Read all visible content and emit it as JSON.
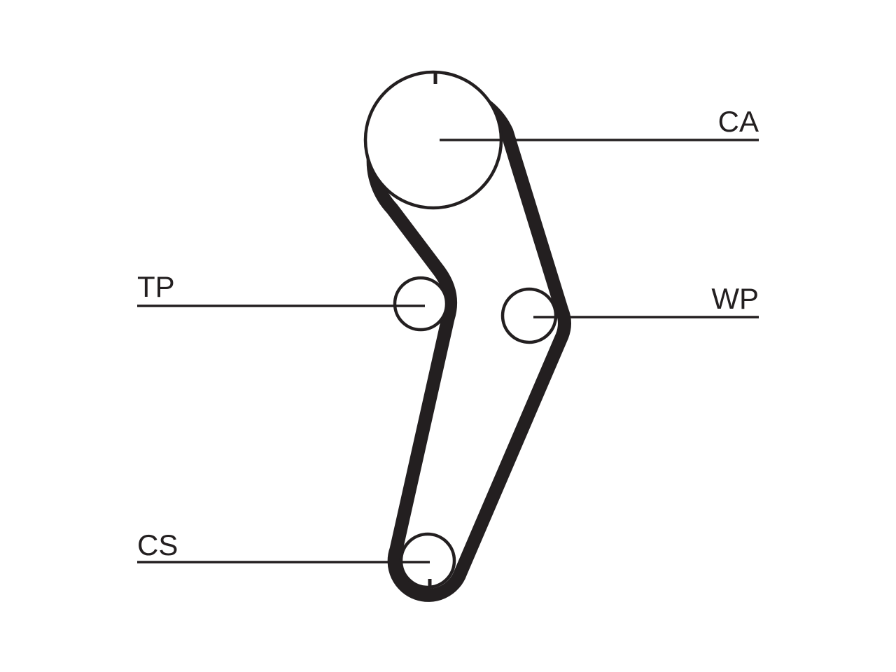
{
  "labels": {
    "camshaft": "CA",
    "tensioner": "TP",
    "water_pump": "WP",
    "crankshaft": "CS"
  },
  "colors": {
    "ink": "#231f20",
    "background": "#ffffff"
  }
}
